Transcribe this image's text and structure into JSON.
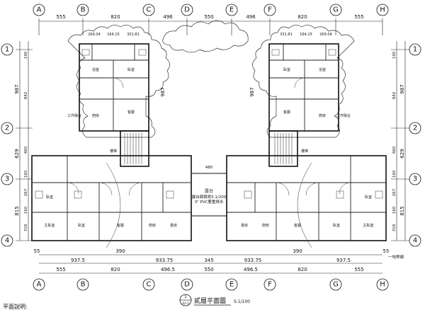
{
  "grid": {
    "columns": [
      "A",
      "B",
      "C",
      "D",
      "E",
      "F",
      "G",
      "H"
    ],
    "rows": [
      "1",
      "2",
      "3",
      "4"
    ]
  },
  "dimensions": {
    "top": [
      "555",
      "820",
      "496",
      "550",
      "496",
      "820",
      "555"
    ],
    "bottom_total": [
      "555",
      "820",
      "496.5",
      "550",
      "496.5",
      "820",
      "555"
    ],
    "bottom_detail": [
      "55",
      "937.5",
      "390",
      "933.75",
      "345",
      "933.75",
      "390",
      "937.5",
      "55"
    ],
    "detail_row2": [
      "55",
      "390",
      "390",
      "55"
    ],
    "left_outer": [
      "987",
      "629",
      "815"
    ],
    "left_inner": [
      "190",
      "842",
      "460",
      "160",
      "267",
      "160",
      "318"
    ],
    "right_outer": [
      "987",
      "629",
      "815"
    ],
    "right_inner": [
      "190",
      "842",
      "460",
      "160",
      "267",
      "160",
      "318"
    ],
    "top_detail_left": [
      "269.04",
      "164.15",
      "331.81"
    ],
    "top_detail_right": [
      "331.81",
      "164.15",
      "269.04"
    ],
    "mid_left": [
      "987"
    ],
    "mid_right": [
      "987"
    ],
    "corridor": [
      "480"
    ]
  },
  "labels": {
    "title": "貳層平面圖",
    "scale": "S:1/100",
    "view_number": "1",
    "sheet_ref": "A2-3",
    "ground_line": "一地界線",
    "balcony": "露台",
    "balcony_note1": "露台面積見5.1/200",
    "balcony_note2": "3\" PVC雙重排水",
    "bottom_title_partial": "平面說明:",
    "rooms": {
      "bedroom": "臥室",
      "bathroom": "浴室",
      "kitchen": "廚房",
      "living": "客廳",
      "workbalcony": "工作陽台",
      "stair": "樓梯",
      "master": "主臥室",
      "study": "書房"
    }
  }
}
